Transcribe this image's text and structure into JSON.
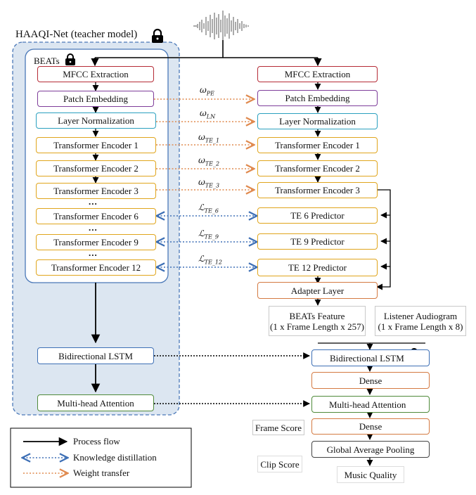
{
  "teacher": {
    "title": "HAAQI-Net (teacher model)",
    "beats_label": "BEATs",
    "boxes": {
      "mfcc": "MFCC Extraction",
      "patch": "Patch Embedding",
      "layernorm": "Layer Normalization",
      "te1": "Transformer Encoder 1",
      "te2": "Transformer Encoder 2",
      "te3": "Transformer Encoder 3",
      "te6": "Transformer Encoder 6",
      "te9": "Transformer Encoder 9",
      "te12": "Transformer Encoder 12",
      "bilstm": "Bidirectional LSTM",
      "mha": "Multi-head Attention"
    },
    "ellipsis": "..."
  },
  "student": {
    "boxes": {
      "mfcc": "MFCC Extraction",
      "patch": "Patch Embedding",
      "layernorm": "Layer Normalization",
      "te1": "Transformer Encoder 1",
      "te2": "Transformer Encoder 2",
      "te3": "Transformer Encoder 3",
      "p6": "TE 6 Predictor",
      "p9": "TE 9 Predictor",
      "p12": "TE 12 Predictor",
      "adapter": "Adapter Layer",
      "beats_feature_l1": "BEATs Feature",
      "beats_feature_l2": "(1 x Frame Length x 257)",
      "audiogram_l1": "Listener Audiogram",
      "audiogram_l2": "(1 x Frame Length x 8)",
      "bilstm": "Bidirectional LSTM",
      "dense1": "Dense",
      "mha": "Multi-head Attention",
      "dense2": "Dense",
      "gap": "Global Average Pooling",
      "music_quality": "Music Quality",
      "frame_score": "Frame Score",
      "clip_score": "Clip Score"
    }
  },
  "links": {
    "w_pe": {
      "sym": "ω",
      "sub": "PE"
    },
    "w_ln": {
      "sym": "ω",
      "sub": "LN"
    },
    "w_te1": {
      "sym": "ω",
      "sub": "TE_1"
    },
    "w_te2": {
      "sym": "ω",
      "sub": "TE_2"
    },
    "w_te3": {
      "sym": "ω",
      "sub": "TE_3"
    },
    "l_te6": {
      "sym": "ℒ",
      "sub": "TE_6"
    },
    "l_te9": {
      "sym": "ℒ",
      "sub": "TE_9"
    },
    "l_te12": {
      "sym": "ℒ",
      "sub": "TE_12"
    }
  },
  "legend": {
    "process": "Process flow",
    "kd": "Knowledge distillation",
    "wt": "Weight transfer"
  },
  "colors": {
    "teacher_fill": "#dce6f1",
    "teacher_border": "#4a78b8",
    "kd_arrow": "#3d6fb5",
    "wt_arrow": "#e08a4f",
    "flow": "#000000"
  },
  "icons": [
    "waveform-icon",
    "lock-icon"
  ]
}
